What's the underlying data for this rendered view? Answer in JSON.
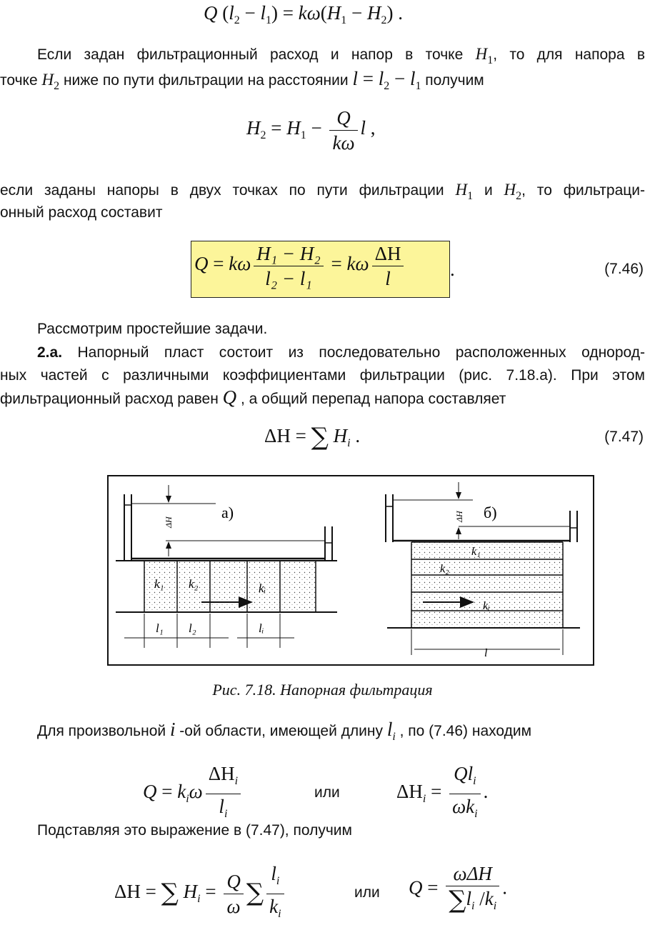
{
  "eq_top": {
    "lhs": "Q",
    "a": "l",
    "a_sub": "2",
    "b": "l",
    "b_sub": "1",
    "rhs_k": "k",
    "rhs_w": "ω",
    "c": "H",
    "c_sub": "1",
    "d": "H",
    "d_sub": "2",
    "tail": "."
  },
  "p1": {
    "line1_a": "Если задан фильтрационный расход и напор в точке ",
    "line1_var": "H",
    "line1_sub": "1",
    "line1_b": ", то для напора в",
    "line2_a": "точке ",
    "line2_var": "H",
    "line2_sub": "2",
    "line2_b": " ниже по пути фильтрации на расстоянии ",
    "line2_expr_l": "l",
    "line2_expr_eq": " = ",
    "line2_expr_l2": "l",
    "line2_expr_l2sub": "2",
    "line2_expr_minus": " − ",
    "line2_expr_l1": "l",
    "line2_expr_l1sub": "1",
    "line2_c": " получим"
  },
  "eq_h2": {
    "lhs": "H",
    "lhs_sub": "2",
    "h1": "H",
    "h1_sub": "1",
    "num": "Q",
    "den": "kω",
    "l": "l",
    "tail": ","
  },
  "p2": {
    "line1_a": "если заданы напоры в двух точках по пути фильтрации ",
    "line1_v1": "H",
    "line1_s1": "1",
    "line1_and": " и ",
    "line1_v2": "H",
    "line1_s2": "2",
    "line1_b": ", то фильтраци-",
    "line2": "онный расход составит"
  },
  "eq746": {
    "lhs": "Q",
    "k": "kω",
    "num1": "H₁ − H₂",
    "den1": "l₂ − l₁",
    "k2": "kω",
    "num2": "ΔH",
    "den2": "l",
    "tail": ".",
    "number": "(7.46)"
  },
  "p3": "Рассмотрим простейшие задачи.",
  "p4": {
    "bold": "2.а.",
    "line1": " Напорный пласт состоит из последовательно расположенных однород-",
    "line2": "ных частей с различными коэффициентами фильтрации (рис. 7.18.а). При этом",
    "line3_a": "фильтрационный расход равен ",
    "line3_var": "Q",
    "line3_b": " , а общий перепад напора составляет"
  },
  "eq747": {
    "lhs": "ΔH",
    "sigma": "∑",
    "h": "H",
    "h_sub": "i",
    "tail": ".",
    "number": "(7.47)"
  },
  "figure": {
    "label_a": "а)",
    "label_b": "б)",
    "dh": "ΔH",
    "k1": "k₁",
    "k2": "k₂",
    "ki": "kᵢ",
    "l1": "l₁",
    "l2": "l₂",
    "li": "lᵢ",
    "l": "l"
  },
  "caption": "Рис. 7.18. Напорная фильтрация",
  "p5": {
    "a": "Для произвольной ",
    "var_i": "i",
    "b": " -ой области, имеющей длину ",
    "var_l": "l",
    "var_lsub": "i",
    "c": " , по (7.46) находим"
  },
  "eq_pair": {
    "q": "Q",
    "k": "k",
    "k_sub": "i",
    "w": "ω",
    "num": "ΔH",
    "num_sub": "i",
    "den": "l",
    "den_sub": "i",
    "or": "или",
    "dh": "ΔH",
    "dh_sub": "i",
    "num2": "Ql",
    "num2_sub": "i",
    "den2": "ωk",
    "den2_sub": "i",
    "tail": "."
  },
  "p6": "Подставляя это выражение в (7.47), получим",
  "eq_last": {
    "dh": "ΔH",
    "sigma": "∑",
    "h": "H",
    "h_sub": "i",
    "q": "Q",
    "w": "ω",
    "l": "l",
    "l_sub": "i",
    "k": "k",
    "k_sub": "i",
    "or": "или",
    "q2": "Q",
    "num2": "ωΔH",
    "den_l": "l",
    "den_lsub": "i",
    "den_slash": " /",
    "den_k": "k",
    "den_ksub": "i",
    "tail": "."
  }
}
